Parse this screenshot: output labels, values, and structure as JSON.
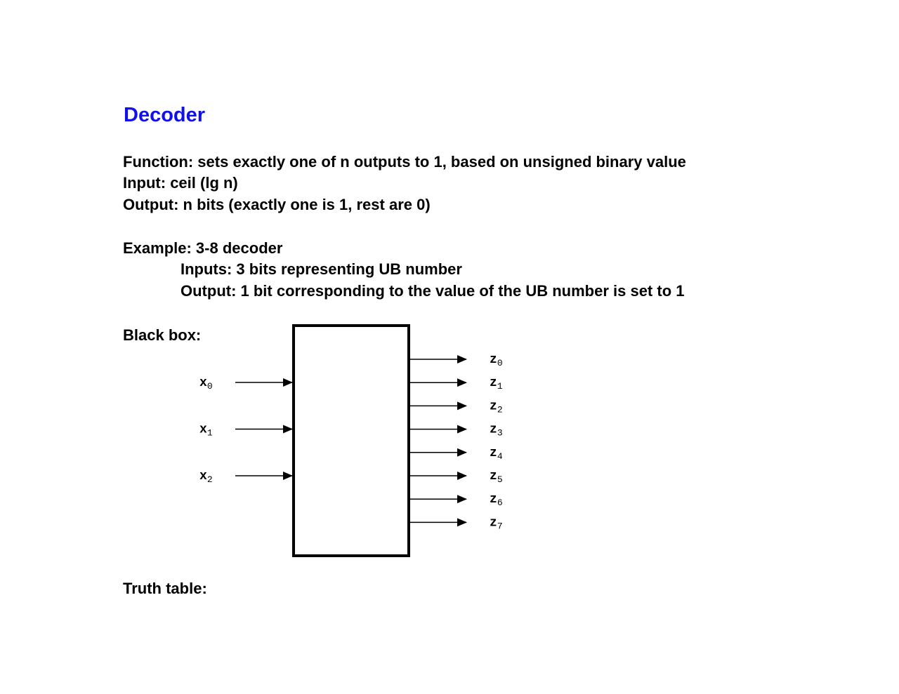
{
  "title": "Decoder",
  "lines": {
    "function": "Function: sets exactly one of n outputs to 1, based on unsigned binary value",
    "input": "Input: ceil (lg n)",
    "output": "Output: n bits (exactly one is 1, rest are 0)",
    "example": "Example: 3-8 decoder",
    "example_inputs": "Inputs: 3 bits representing UB number",
    "example_output": "Output: 1 bit corresponding to the value of the UB number is set to 1",
    "black_box": "Black box:",
    "truth_table": "Truth table:"
  },
  "diagram": {
    "inputs": [
      {
        "name": "x",
        "sub": "0"
      },
      {
        "name": "x",
        "sub": "1"
      },
      {
        "name": "x",
        "sub": "2"
      }
    ],
    "outputs": [
      {
        "name": "z",
        "sub": "0"
      },
      {
        "name": "z",
        "sub": "1"
      },
      {
        "name": "z",
        "sub": "2"
      },
      {
        "name": "z",
        "sub": "3"
      },
      {
        "name": "z",
        "sub": "4"
      },
      {
        "name": "z",
        "sub": "5"
      },
      {
        "name": "z",
        "sub": "6"
      },
      {
        "name": "z",
        "sub": "7"
      }
    ]
  }
}
